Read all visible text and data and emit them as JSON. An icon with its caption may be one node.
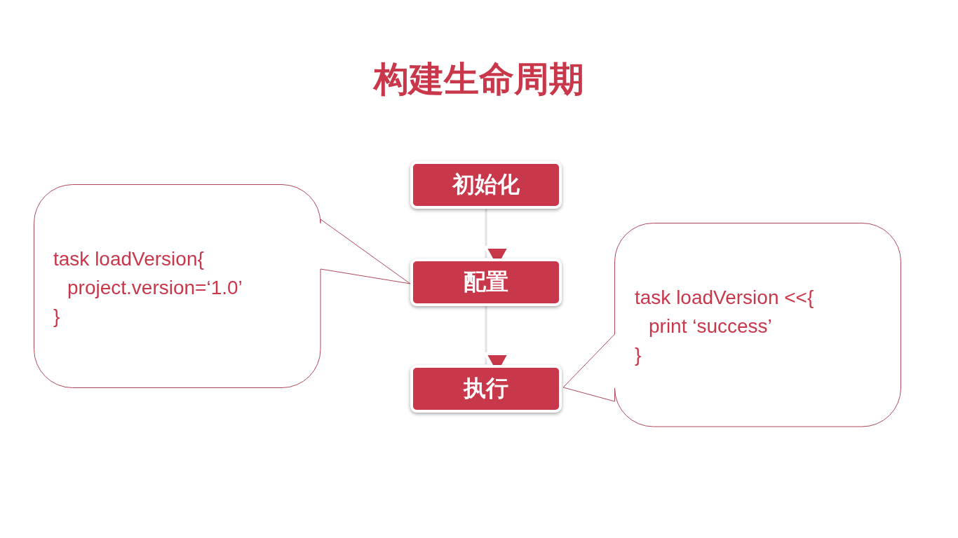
{
  "diagram": {
    "title": "构建生命周期",
    "nodes": [
      {
        "text": [
          "初始化"
        ]
      },
      {
        "text": [
          "配置"
        ]
      },
      {
        "text": [
          "执行"
        ]
      },
      {
        "text": [
          "task loadVersion{",
          "project.version=‘1.0’",
          "}"
        ]
      },
      {
        "text": [
          "task loadVersion <<{",
          "print ‘success’",
          "}"
        ]
      }
    ],
    "edges": [
      {
        "from": 0,
        "to": 1,
        "arrow": "to"
      },
      {
        "from": 1,
        "to": 2,
        "arrow": "to"
      }
    ]
  }
}
